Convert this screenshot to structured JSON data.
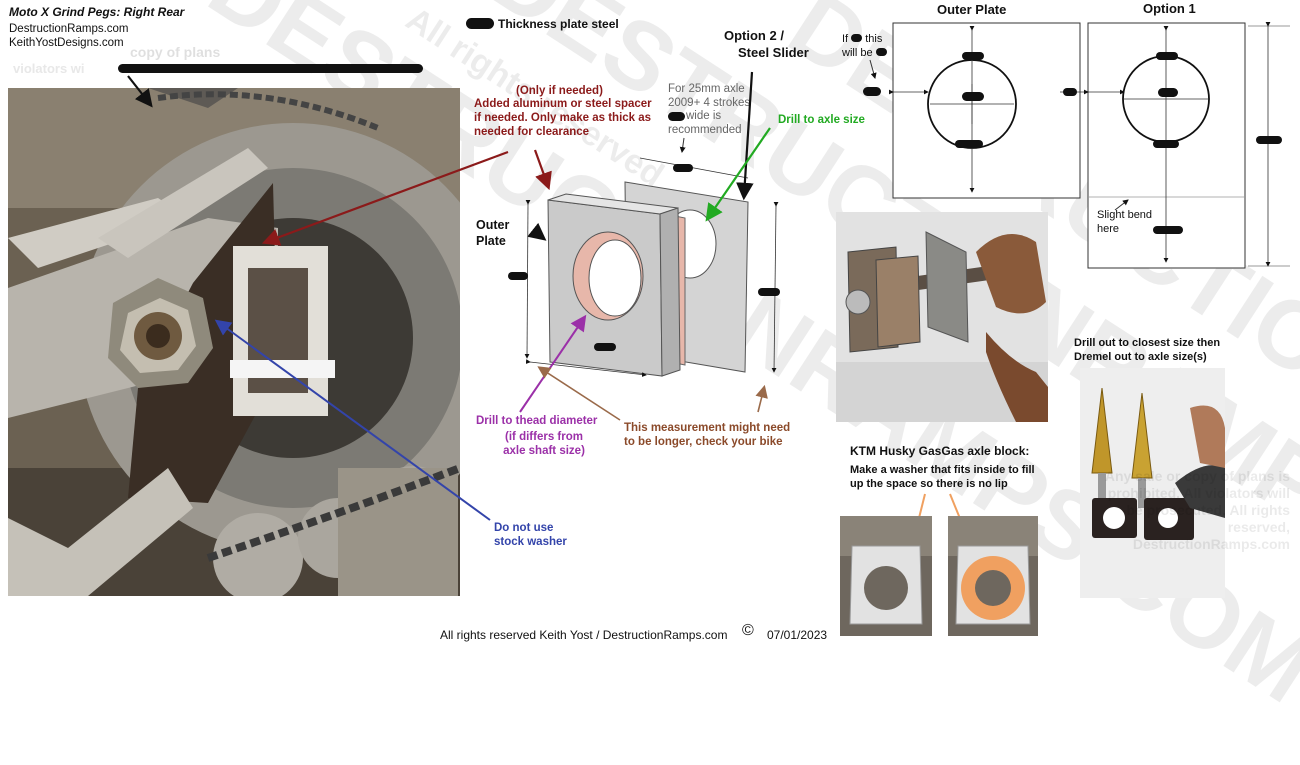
{
  "header": {
    "title": "Moto X Grind Pegs: Right Rear",
    "site1": "DestructionRamps.com",
    "site2": "KeithYostDesigns.com",
    "notice": "violators wi"
  },
  "labels": {
    "thickness": "Thickness plate steel",
    "option2": "Option 2 /",
    "steel_slider": "Steel Slider",
    "only_if_needed": "(Only if needed)",
    "spacer_note": "Added aluminum or steel spacer if needed. Only make as thick as needed for clearance",
    "axle_note": "For 25mm axle 2009+ 4 strokes",
    "axle_note2": "wide is recommended",
    "drill_axle": "Drill to axle size",
    "outer_plate_iso": "Outer Plate",
    "drill_thread": "Drill to thead diameter",
    "drill_thread_sub": "(if differs from axle shaft size)",
    "measurement_note": "This measurement might need to be longer, check your bike",
    "do_not_use": "Do not use stock washer",
    "outer_plate": "Outer Plate",
    "option1": "Option 1",
    "if_this": "If",
    "this_word": "this",
    "will_be": "will be",
    "slight_bend": "Slight bend here",
    "drill_out": "Drill out to closest size then Dremel out to axle size(s)",
    "ktm_title": "KTM Husky GasGas axle block:",
    "ktm_note": "Make a washer that fits inside to fill up the space so there is no lip",
    "footer": "All rights reserved Keith Yost / DestructionRamps.com",
    "copyright_symbol": "©",
    "date": "07/01/2023"
  },
  "watermark": {
    "big": "DESTRUCTIONRAMPS.COM",
    "rights": "All rights reserved",
    "copy_plans": "copy of plans",
    "right_notice": "Any sale or copy of plans is prohibited. All violators will be prosecuted. All rights reserved, DestructionRamps.com"
  },
  "colors": {
    "dark_red": "#8b1a1a",
    "green": "#22aa22",
    "purple": "#9b30a8",
    "blue": "#3344aa",
    "brown": "#9a6a4a",
    "plate_grey": "#c8c8c8",
    "copper": "#e7b7aa"
  }
}
